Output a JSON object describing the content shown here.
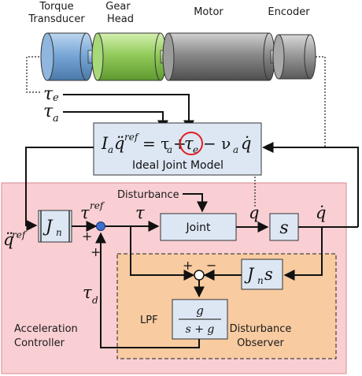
{
  "hardware": {
    "torque_transducer": [
      "Torque",
      "Transducer"
    ],
    "gear_head": [
      "Gear",
      "Head"
    ],
    "motor": "Motor",
    "encoder": "Encoder"
  },
  "signals": {
    "tau_e": "τ",
    "tau_e_sub": "e",
    "tau_a": "τ",
    "tau_a_sub": "a",
    "tau_ref": "τ",
    "tau_ref_sup": "ref",
    "tau": "τ",
    "tau_d": "τ",
    "tau_d_sub": "d",
    "q": "q",
    "qdot": "q̇",
    "qddot_ref": "q̈",
    "qddot_ref_sup": "ref"
  },
  "ideal_model": {
    "title": "Ideal Joint Model",
    "eq_I": "I",
    "eq_I_sub": "a",
    "eq_qdd": "q̈",
    "eq_ref": "ref",
    "eq_eq_tau": "= τ",
    "eq_a": "a",
    "eq_plus": "+",
    "eq_tau_e": "τ",
    "eq_e": "e",
    "eq_minus_nu": "− ν",
    "eq_nu_sub": "a",
    "eq_qdot": "q̇"
  },
  "blocks": {
    "Jn": "J",
    "Jn_sub": "n",
    "joint": "Joint",
    "s": "s",
    "Jns": "J",
    "Jns_sub": "n",
    "Jns_s": "s",
    "lpf_label": "LPF",
    "lpf_num": "g",
    "lpf_den": "s + g"
  },
  "annotations": {
    "disturbance": "Disturbance",
    "acc_controller": [
      "Acceleration",
      "Controller"
    ],
    "dist_observer": [
      "Disturbance",
      "Observer"
    ],
    "plus1": "+",
    "plus2": "+",
    "plus3": "+",
    "minus1": "−"
  },
  "colors": {
    "controller_bg": "#f9cfd3",
    "observer_bg": "#f8cba0",
    "block_bg": "#dde7f4",
    "model_bg": "#dde7f4",
    "gear": "#9ad46a",
    "transducer": "#8ab4e0",
    "motor": "#8f8f8f",
    "encoder": "#9a9a9a",
    "circle_highlight": "#e02020",
    "sum_node": "#3b6fd0"
  }
}
